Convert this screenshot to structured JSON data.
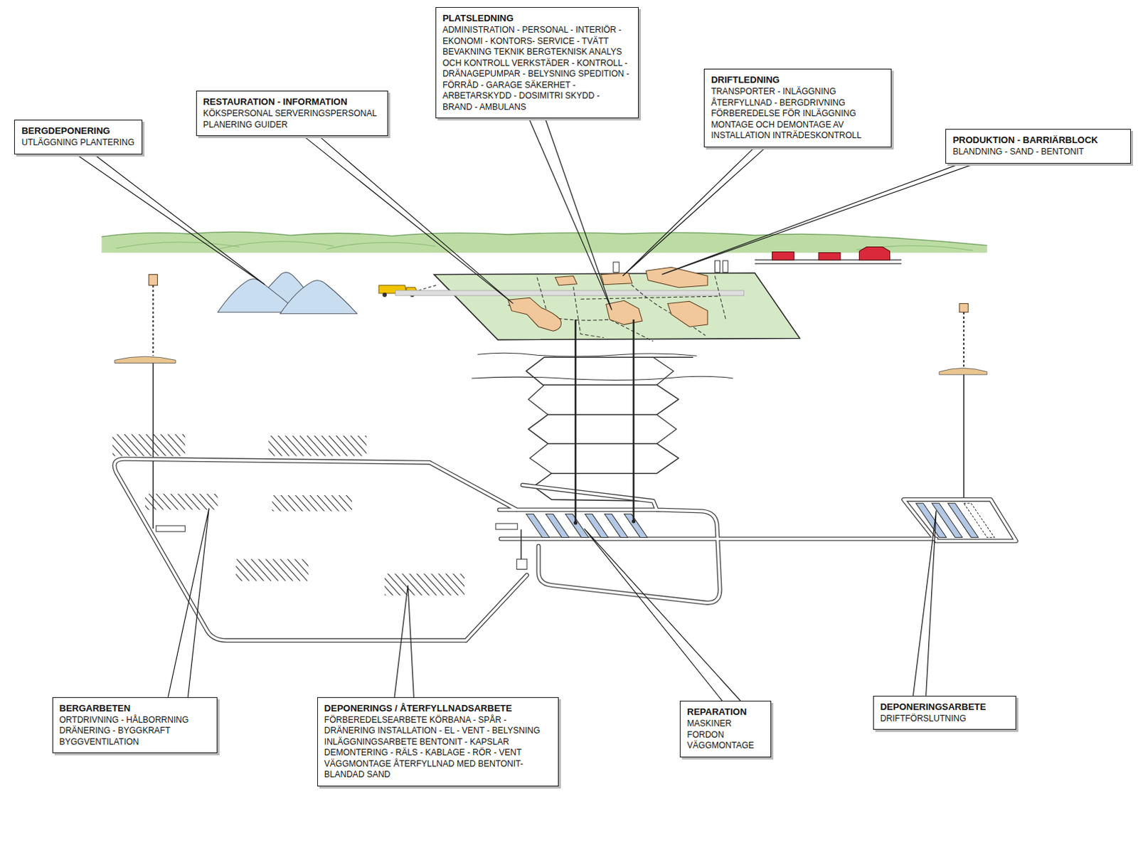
{
  "diagram": {
    "nodes": [
      {
        "text": [
          "BERGDEPONERING",
          "UTLÄGGNING PLANTERING"
        ]
      },
      {
        "text": [
          "RESTAURATION - INFORMATION",
          "KÖKSPERSONAL SERVERINGSPERSONAL PLANERING GUIDER"
        ]
      },
      {
        "text": [
          "PLATSLEDNING",
          "ADMINISTRATION - PERSONAL - INTERIÖR - EKONOMI - KONTORS- SERVICE - TVÄTT BEVAKNING TEKNIK BERGTEKNISK ANALYS OCH KONTROLL VERKSTÄDER - KONTROLL - DRÄNAGEPUMPAR - BELYSNING SPEDITION - FÖRRÅD - GARAGE SÄKERHET - ARBETARSKYDD - DOSIMITRI SKYDD - BRAND - AMBULANS"
        ]
      },
      {
        "text": [
          "DRIFTLEDNING",
          "TRANSPORTER - INLÄGGNING ÅTERFYLLNAD - BERGDRIVNING FÖRBEREDELSE FÖR INLÄGGNING MONTAGE OCH DEMONTAGE AV INSTALLATION INTRÄDESKONTROLL"
        ]
      },
      {
        "text": [
          "PRODUKTION - BARRIÄRBLOCK",
          "BLANDNING - SAND - BENTONIT"
        ]
      },
      {
        "text": [
          "BERGARBETEN",
          "ORTDRIVNING - HÅLBORRNING DRÄNERING - BYGGKRAFT BYGGVENTILATION"
        ]
      },
      {
        "text": [
          "DEPONERINGS / ÅTERFYLLNADSARBETE",
          "FÖRBEREDELSEARBETE KÖRBANA - SPÅR - DRÄNERING INSTALLATION - EL - VENT - BELYSNING INLÄGGNINGSARBETE BENTONIT - KAPSLAR DEMONTERING - RÄLS - KABLAGE - RÖR - VENT VÄGGMONTAGE ÅTERFYLLNAD MED BENTONIT- BLANDAD SAND"
        ]
      },
      {
        "text": [
          "REPARATION",
          "MASKINER FORDON VÄGGMONTAGE"
        ]
      },
      {
        "text": [
          "DEPONERINGSARBETE",
          "DRIFTFÖRSLUTNING"
        ]
      }
    ]
  }
}
